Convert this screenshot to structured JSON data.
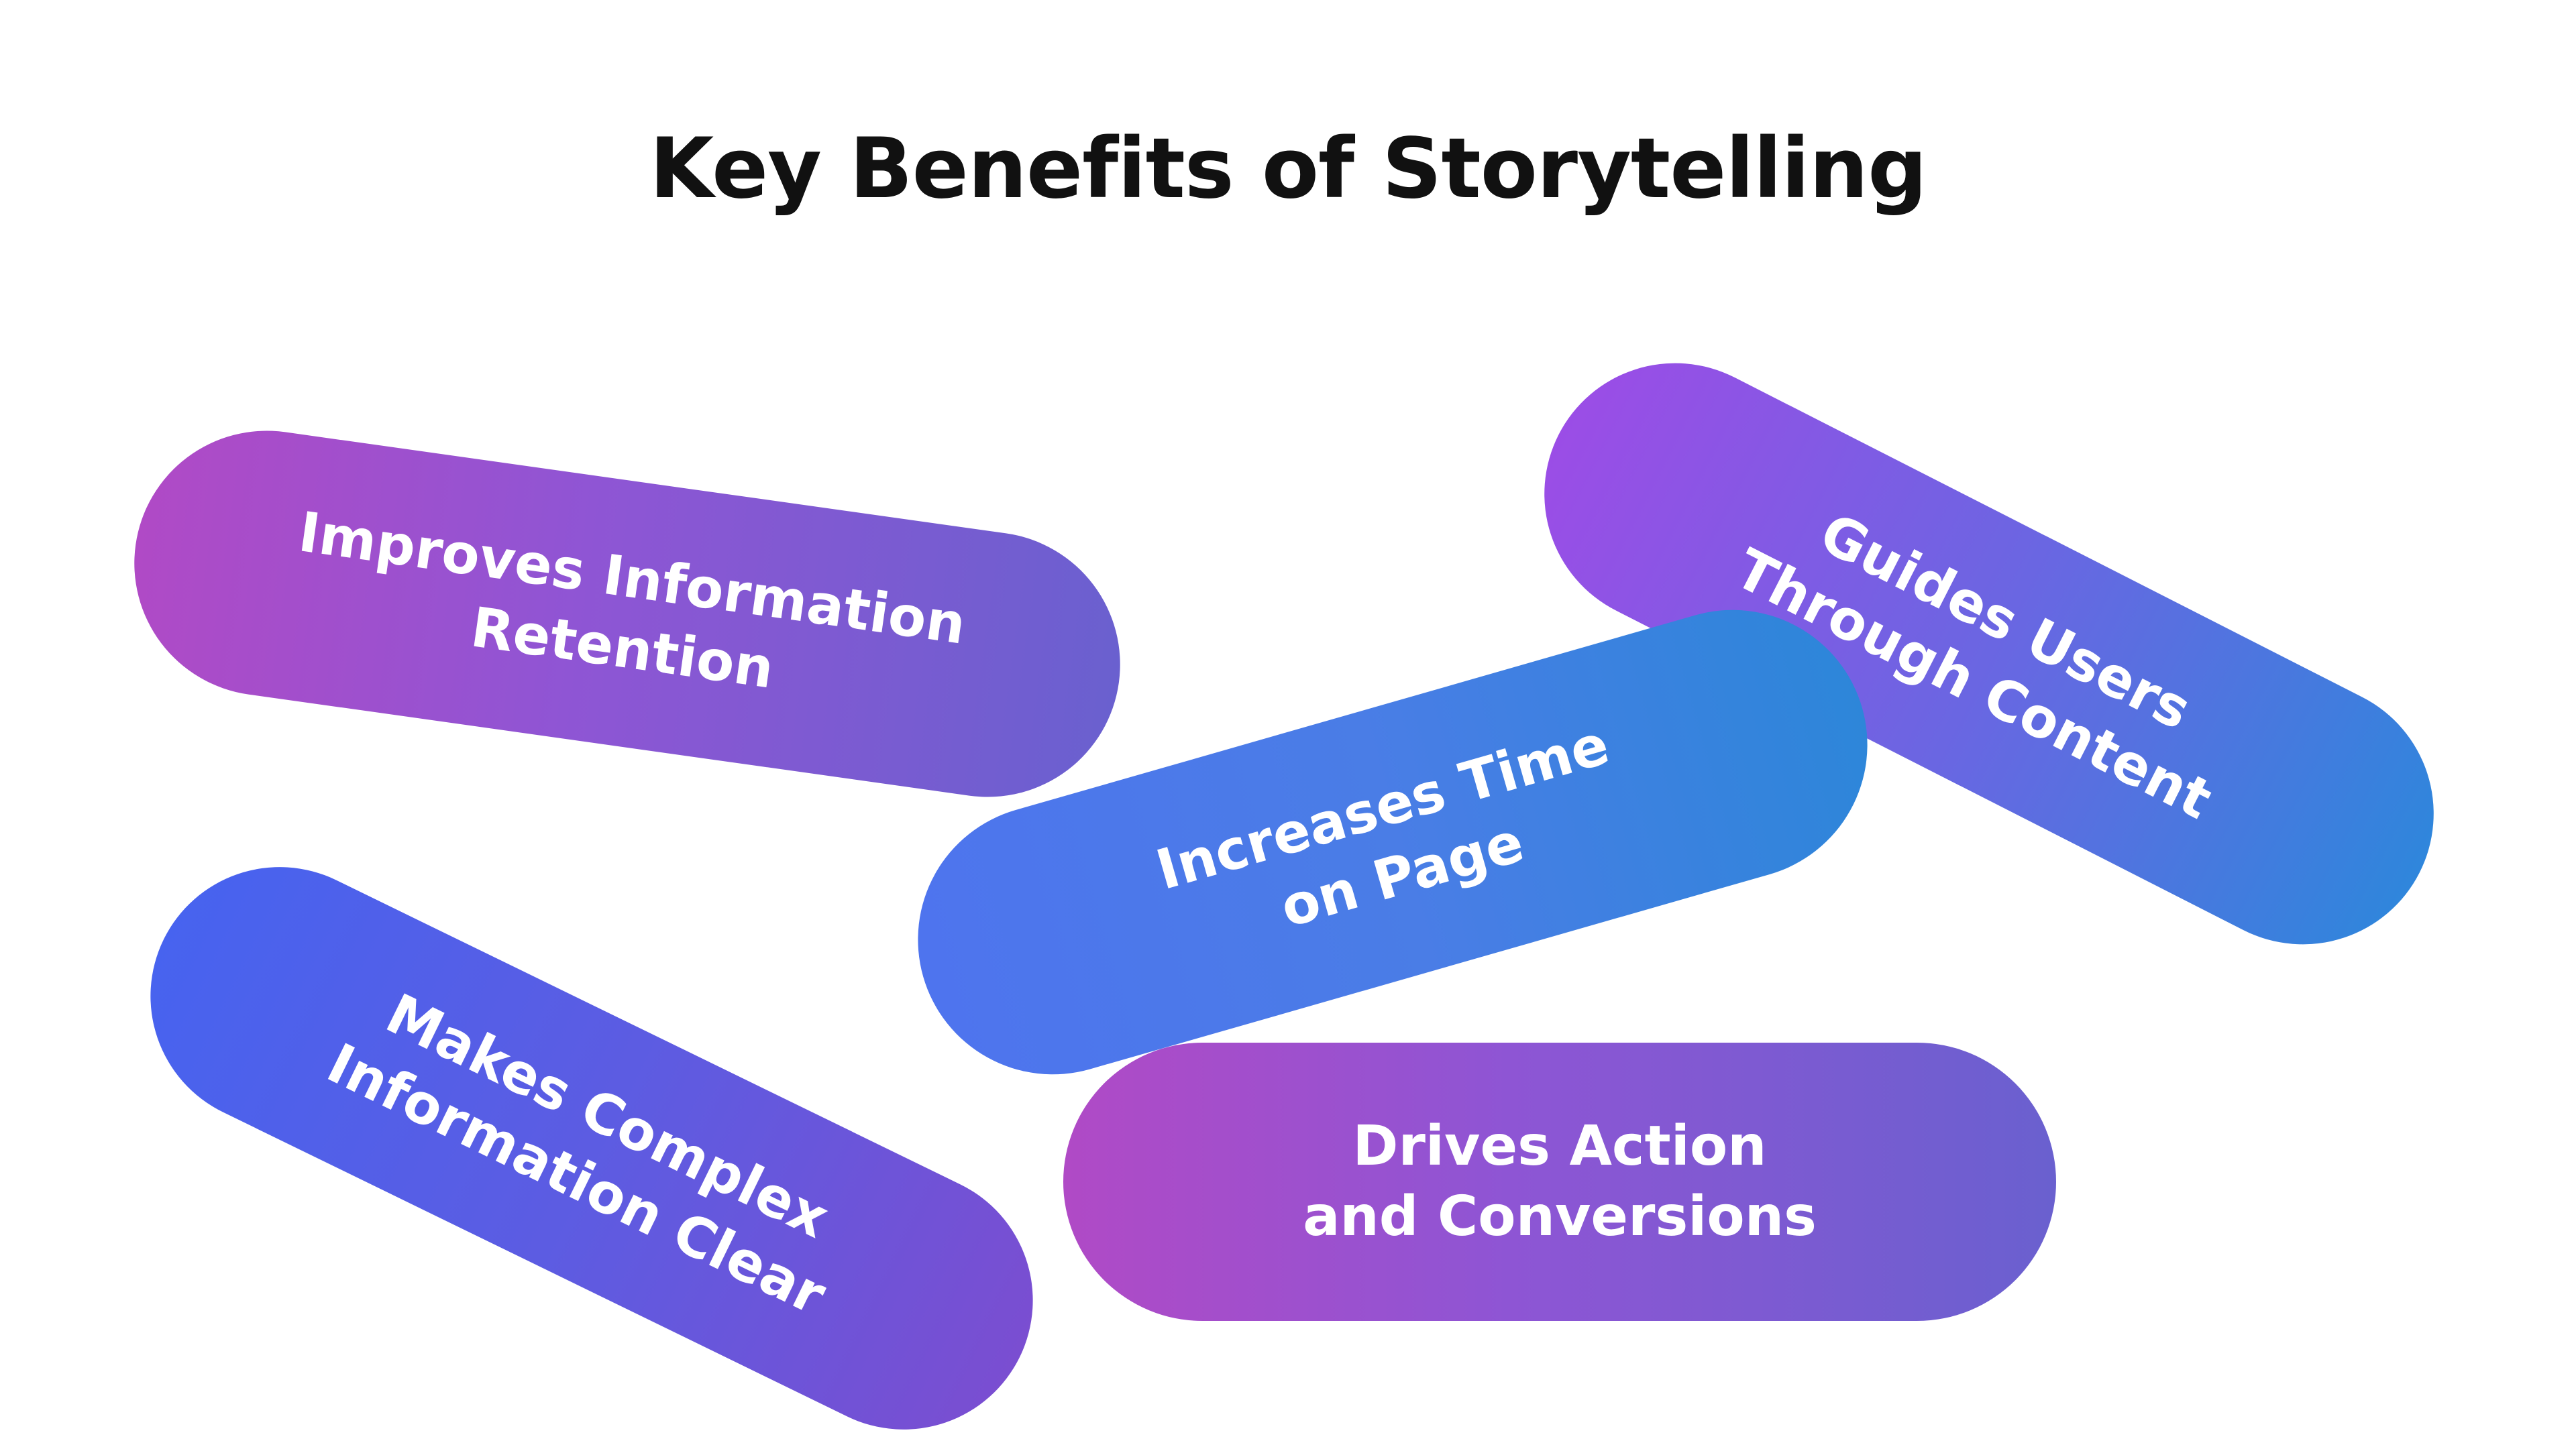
{
  "title": "Key Benefits of Storytelling",
  "benefits": [
    {
      "text": "Improves Information\nRetention",
      "gradient": [
        "#b04ac6",
        "#6a60cf"
      ]
    },
    {
      "text": "Guides Users\nThrough Content",
      "gradient": [
        "#9b4de6",
        "#2f86dc"
      ]
    },
    {
      "text": "Increases Time\non Page",
      "gradient": [
        "#4e74ee",
        "#2d86d9"
      ]
    },
    {
      "text": "Makes Complex\nInformation Clear",
      "gradient": [
        "#4763ef",
        "#7a4ed1"
      ]
    },
    {
      "text": "Drives Action\nand Conversions",
      "gradient": [
        "#b04ac6",
        "#6a60cf"
      ]
    }
  ],
  "colors": {
    "background": "#ffffff",
    "title": "#111111",
    "pill_text": "#ffffff"
  }
}
